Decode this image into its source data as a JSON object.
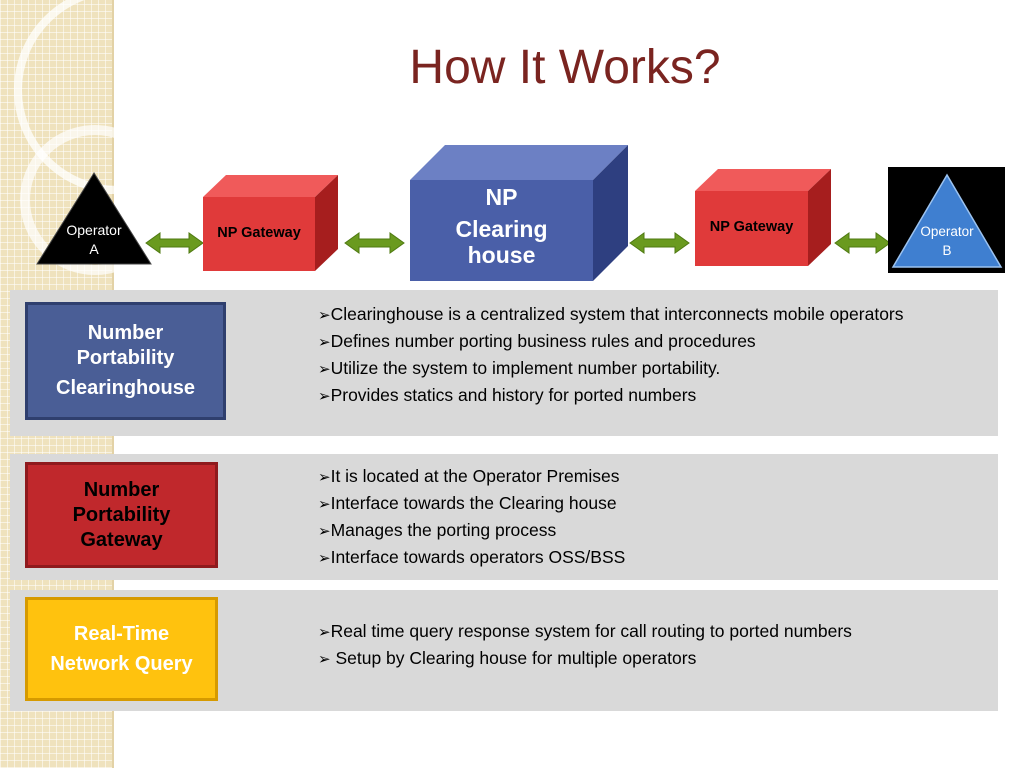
{
  "title": "How It Works?",
  "diagram": {
    "operator_a": {
      "line1": "Operator",
      "line2": "A"
    },
    "gateway_left": "NP Gateway",
    "clearing_house": {
      "line1": "NP",
      "line2": "Clearing",
      "line3": "house"
    },
    "gateway_right": "NP Gateway",
    "operator_b": {
      "line1": "Operator",
      "line2": "B"
    }
  },
  "sections": [
    {
      "label_lines": [
        "Number",
        "Portability",
        "Clearinghouse"
      ],
      "bullets": [
        "Clearinghouse is a centralized system that interconnects mobile operators",
        "Defines number porting business rules and procedures",
        "Utilize the system to implement number portability.",
        "Provides statics and history for ported numbers"
      ]
    },
    {
      "label_lines": [
        "Number",
        "Portability",
        "Gateway"
      ],
      "bullets": [
        "It is located at the Operator Premises",
        "Interface towards the Clearing house",
        "Manages the porting process",
        "Interface towards operators OSS/BSS"
      ]
    },
    {
      "label_lines": [
        "Real-Time",
        "Network Query"
      ],
      "bullets": [
        "Real time query response system for call routing to ported numbers",
        " Setup by Clearing house for multiple operators"
      ]
    }
  ],
  "bullet_marker": "➢",
  "colors": {
    "title": "#7a2420",
    "clearing_house": "#4a5fa8",
    "gateway": "#e03a3a",
    "operator_a": "#000000",
    "operator_b": "#3f7fd0",
    "connector": "#6a9a1f",
    "label_blue": "#4a5e96",
    "label_red": "#c0282c",
    "label_yellow": "#ffc20e",
    "panel": "#d9d9d9"
  }
}
